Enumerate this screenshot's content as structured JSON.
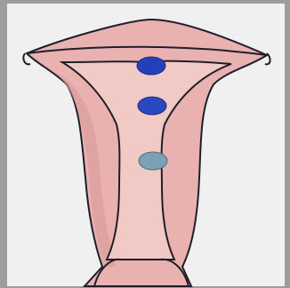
{
  "colors": {
    "frame_outer": "#9c9c9c",
    "frame_inner": "#f0f0f0",
    "tissue": "#e9b2b0",
    "tissue_shadow": "#d99a98",
    "cavity": "#f1cac6",
    "outline": "#1f1f2a",
    "marker_dark": "#2340b8",
    "marker_mid": "#2a47c2",
    "marker_light": "#7aa1b4"
  },
  "diagram": {
    "markers": [
      {
        "id": "upper",
        "color": "#2340b8",
        "shape": "ellipse"
      },
      {
        "id": "middle",
        "color": "#2a47c2",
        "shape": "ellipse"
      },
      {
        "id": "lower",
        "color": "#7aa1b4",
        "shape": "ellipse"
      }
    ],
    "structure": "uterus-cross-section"
  }
}
